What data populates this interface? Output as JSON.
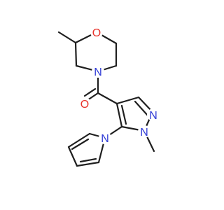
{
  "molecule": {
    "atoms": {
      "morpholine_oxygen": {
        "symbol": "O",
        "color": "#e8322a"
      },
      "morpholine_nitrogen": {
        "symbol": "N",
        "color": "#2f3bd6"
      },
      "carbonyl_oxygen": {
        "symbol": "O",
        "color": "#e8322a"
      },
      "pyrazole_n2": {
        "symbol": "N",
        "color": "#2f3bd6"
      },
      "pyrazole_n1": {
        "symbol": "N",
        "color": "#2f3bd6"
      },
      "pyrrole_nitrogen": {
        "symbol": "N",
        "color": "#2f3bd6"
      }
    },
    "bond_color": "#1f1f1f"
  }
}
